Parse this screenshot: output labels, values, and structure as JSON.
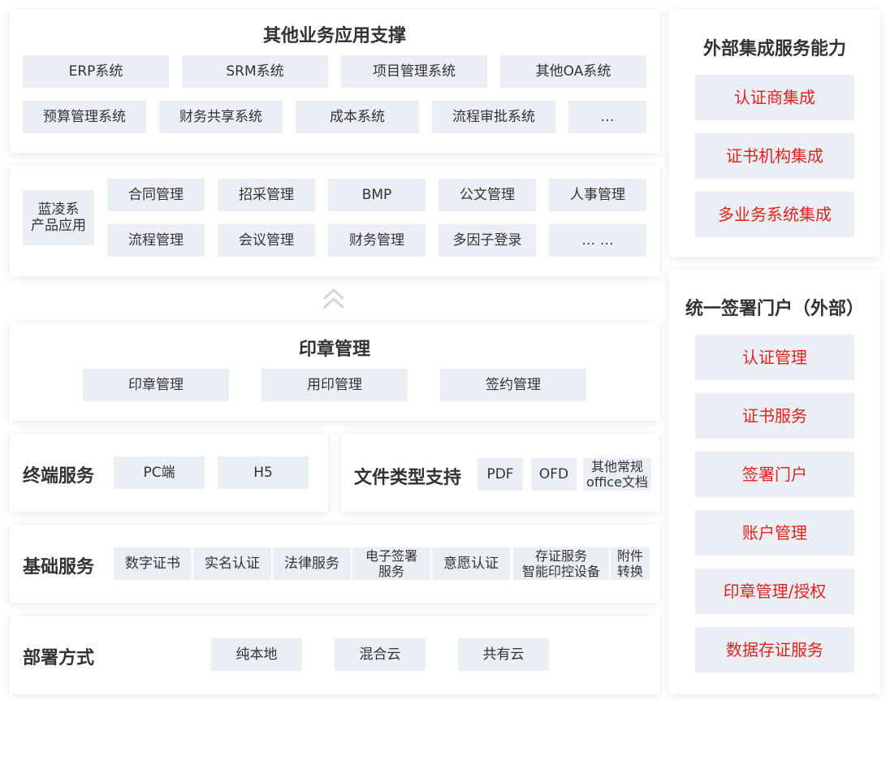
{
  "other_apps": {
    "title": "其他业务应用支撑",
    "row1": [
      "ERP系统",
      "SRM系统",
      "项目管理系统",
      "其他OA系统"
    ],
    "row2": [
      "预算管理系统",
      "财务共享系统",
      "成本系统",
      "流程审批系统",
      "…"
    ]
  },
  "lanling": {
    "label": "蓝凌系\n产品应用",
    "row1": [
      "合同管理",
      "招采管理",
      "BMP",
      "公文管理",
      "人事管理"
    ],
    "row2": [
      "流程管理",
      "会议管理",
      "财务管理",
      "多因子登录",
      "… …"
    ]
  },
  "seal": {
    "title": "印章管理",
    "items": [
      "印章管理",
      "用印管理",
      "签约管理"
    ]
  },
  "terminal": {
    "label": "终端服务",
    "items": [
      "PC端",
      "H5"
    ]
  },
  "filetype": {
    "label": "文件类型支持",
    "items": [
      "PDF",
      "OFD",
      "其他常规\noffice文档"
    ]
  },
  "basic": {
    "label": "基础服务",
    "items": [
      "数字证书",
      "实名认证",
      "法律服务",
      "电子签署\n服务",
      "意愿认证",
      "存证服务\n智能印控设备",
      "附件\n转换"
    ]
  },
  "deploy": {
    "label": "部署方式",
    "items": [
      "纯本地",
      "混合云",
      "共有云"
    ]
  },
  "external": {
    "title": "外部集成服务能力",
    "items": [
      "认证商集成",
      "证书机构集成",
      "多业务系统集成"
    ]
  },
  "portal": {
    "title": "统一签署门户（外部）",
    "items": [
      "认证管理",
      "证书服务",
      "签署门户",
      "账户管理",
      "印章管理/授权",
      "数据存证服务"
    ]
  },
  "colors": {
    "accent_red": "#e0231b",
    "chip_bg": "#eceef5",
    "text": "#333333"
  },
  "icons": {
    "up_arrow": "double-chevron-up-icon"
  }
}
